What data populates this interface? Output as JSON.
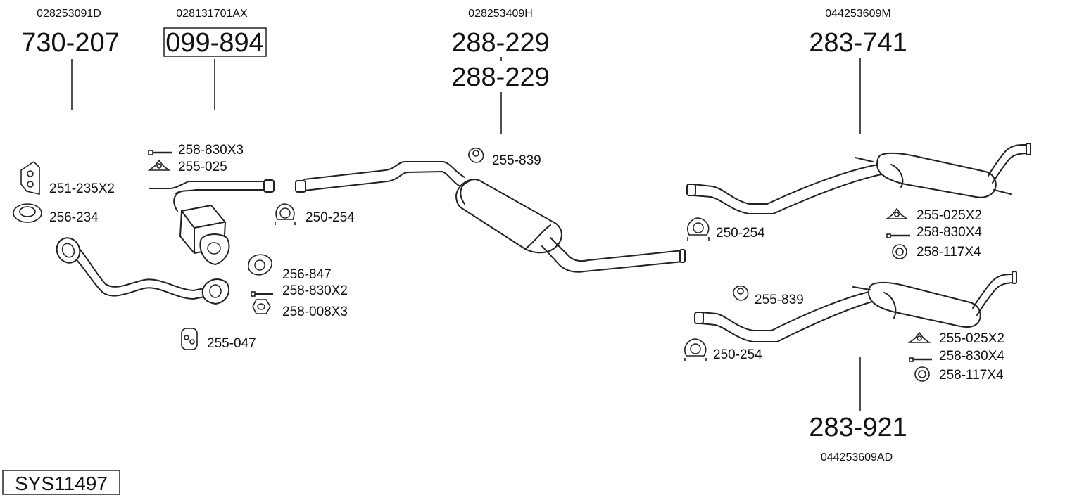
{
  "system_id": "SYS11497",
  "groups": [
    {
      "oem": "028253091D",
      "part": "730-207"
    },
    {
      "oem": "028131701AX",
      "part": "099-894"
    },
    {
      "oem": "028253409H",
      "part_top": "288-229",
      "part_bottom": "288-229"
    },
    {
      "oem": "044253609M",
      "part": "283-741"
    },
    {
      "oem": "044253609AD",
      "part": "283-921"
    }
  ],
  "accessories": {
    "g1": [
      "251-235X2",
      "256-234",
      "255-047"
    ],
    "g2": [
      "258-830X3",
      "255-025",
      "250-254",
      "256-847",
      "258-830X2",
      "258-008X3"
    ],
    "g3": [
      "255-839"
    ],
    "g4": [
      "250-254",
      "255-025X2",
      "258-830X4",
      "258-117X4"
    ],
    "g5": [
      "255-839",
      "250-254",
      "255-025X2",
      "258-830X4",
      "258-117X4"
    ]
  },
  "icons": [
    "bracket-icon",
    "gasket-ring-icon",
    "rubber-mount-icon",
    "bolt-icon",
    "clamp-icon",
    "hanger-icon",
    "flange-gasket-icon",
    "nut-icon",
    "washer-icon"
  ]
}
